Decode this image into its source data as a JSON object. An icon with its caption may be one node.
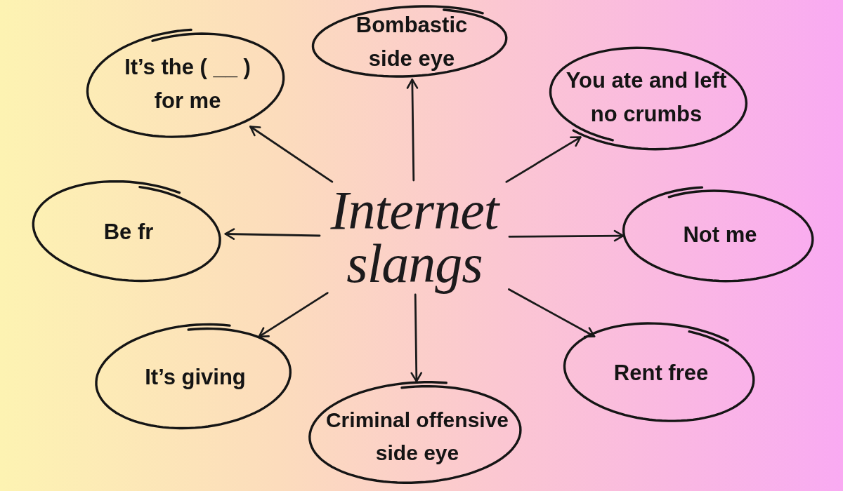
{
  "diagram": {
    "nodes": [
      {
        "text": [
          "Bombastic side eye"
        ]
      },
      {
        "text": [
          "It’s the ( __ ) for me"
        ]
      },
      {
        "text": [
          "You ate and left no crumbs"
        ]
      },
      {
        "text": [
          "Be fr"
        ]
      },
      {
        "text": [
          "Internet slangs"
        ]
      },
      {
        "text": [
          "Not me"
        ]
      },
      {
        "text": [
          "It’s giving"
        ]
      },
      {
        "text": [
          "Rent free"
        ]
      },
      {
        "text": [
          "Criminal offensive side eye"
        ]
      }
    ],
    "edges": [
      {
        "from": 4,
        "to": 0,
        "arrow": "to"
      },
      {
        "from": 4,
        "to": 1,
        "arrow": "to"
      },
      {
        "from": 4,
        "to": 2,
        "arrow": "to"
      },
      {
        "from": 4,
        "to": 3,
        "arrow": "to"
      },
      {
        "from": 4,
        "to": 5,
        "arrow": "to"
      },
      {
        "from": 4,
        "to": 6,
        "arrow": "to"
      },
      {
        "from": 4,
        "to": 7,
        "arrow": "to"
      },
      {
        "from": 4,
        "to": 8,
        "arrow": "to"
      }
    ]
  }
}
